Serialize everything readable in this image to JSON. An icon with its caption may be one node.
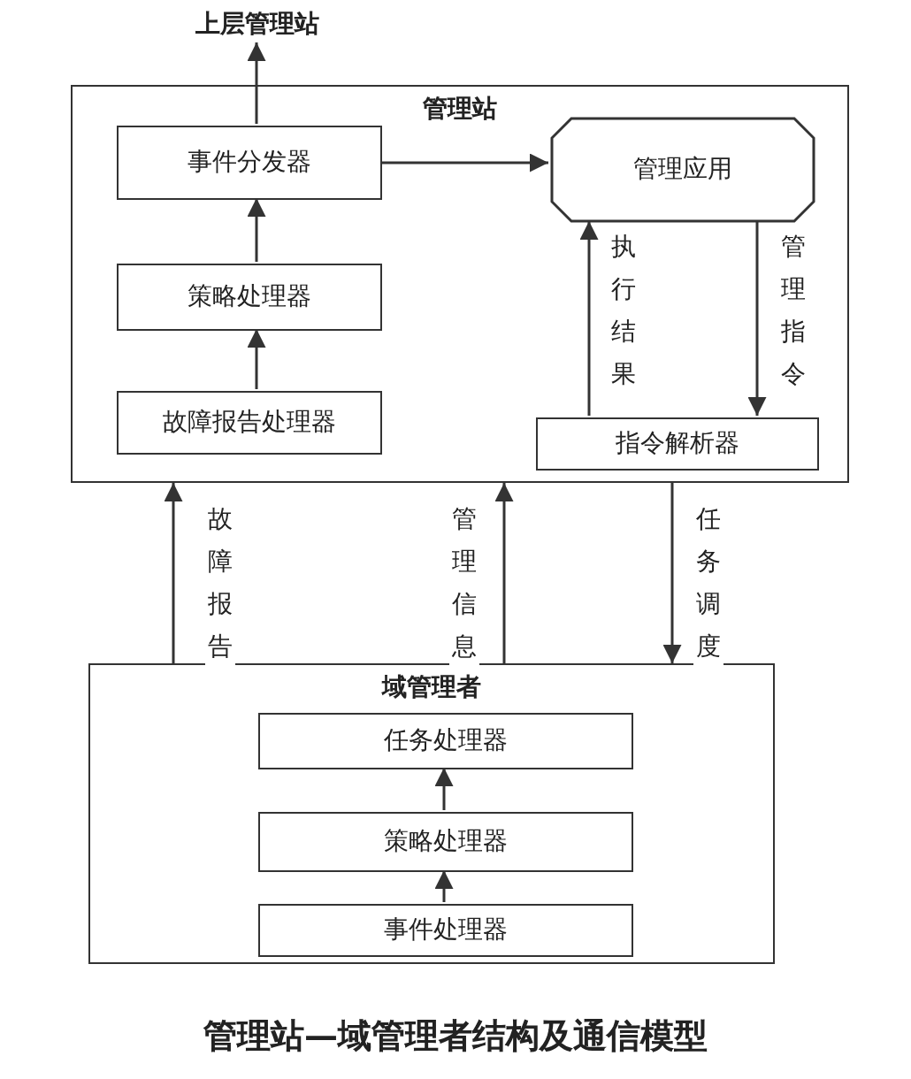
{
  "diagram": {
    "caption": "管理站—域管理者结构及通信模型",
    "nodes": [
      {
        "text": [
          "上层管理站"
        ]
      },
      {
        "text": [
          "管理站"
        ]
      },
      {
        "text": [
          "事件分发器"
        ],
        "in": 1
      },
      {
        "text": [
          "策略处理器"
        ],
        "in": 1
      },
      {
        "text": [
          "故障报告处理器"
        ],
        "in": 1
      },
      {
        "text": [
          "管理应用"
        ],
        "in": 1
      },
      {
        "text": [
          "指令解析器"
        ],
        "in": 1
      },
      {
        "text": [
          "域管理者"
        ]
      },
      {
        "text": [
          "任务处理器"
        ],
        "in": 7
      },
      {
        "text": [
          "策略处理器"
        ],
        "in": 7
      },
      {
        "text": [
          "事件处理器"
        ],
        "in": 7
      }
    ],
    "edges": [
      {
        "from": 2,
        "to": 0,
        "arrow": "to"
      },
      {
        "from": 2,
        "to": 5,
        "arrow": "to"
      },
      {
        "from": 3,
        "to": 2,
        "arrow": "to"
      },
      {
        "from": 4,
        "to": 3,
        "arrow": "to"
      },
      {
        "from": 6,
        "to": 5,
        "arrow": "to",
        "label": "执行结果"
      },
      {
        "from": 5,
        "to": 6,
        "arrow": "to",
        "label": "管理指令"
      },
      {
        "from": 7,
        "to": 1,
        "arrow": "to",
        "label": "故障报告"
      },
      {
        "from": 7,
        "to": 1,
        "arrow": "to",
        "label": "管理信息"
      },
      {
        "from": 1,
        "to": 7,
        "arrow": "to",
        "label": "任务调度"
      },
      {
        "from": 9,
        "to": 8,
        "arrow": "to"
      },
      {
        "from": 10,
        "to": 9,
        "arrow": "to"
      }
    ]
  }
}
